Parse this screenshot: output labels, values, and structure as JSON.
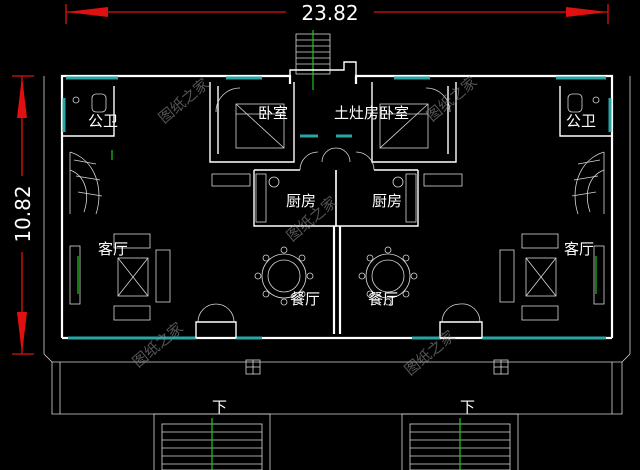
{
  "dimensions": {
    "width": "23.82",
    "depth": "10.82"
  },
  "rooms": {
    "toilet_left": "公卫",
    "toilet_right": "公卫",
    "bedroom_left": "卧室",
    "stove_room_bedroom": "土灶房卧室",
    "kitchen_left": "厨房",
    "kitchen_right": "厨房",
    "living_left": "客厅",
    "living_right": "客厅",
    "dining_left": "餐厅",
    "dining_right": "餐厅"
  },
  "stairs": {
    "down_left": "下",
    "down_right": "下"
  },
  "watermark": "图纸之家",
  "colors": {
    "background": "#000000",
    "wall": "#ffffff",
    "window": "#2aa5a5",
    "dimension": "#e01010",
    "axis": "#1fc41f"
  }
}
